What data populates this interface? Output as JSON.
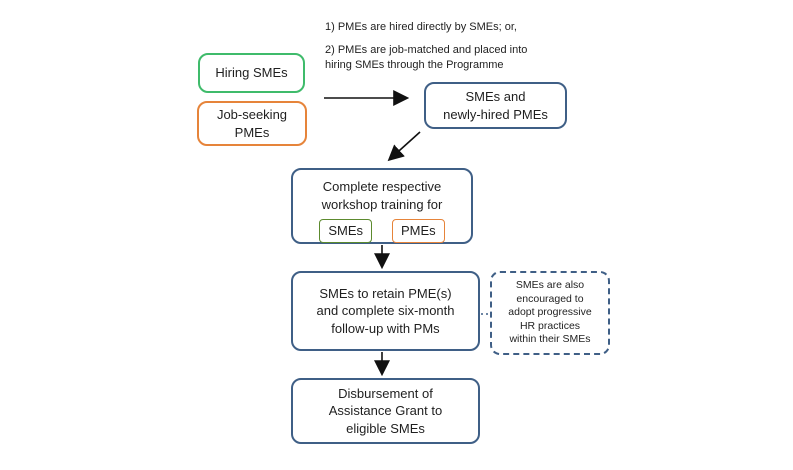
{
  "notes": {
    "line1": "1)  PMEs are hired directly by SMEs; or,",
    "line2": "2)  PMEs are job-matched and placed into",
    "line3": "hiring SMEs through the Programme"
  },
  "boxes": {
    "hiring_smes": "Hiring SMEs",
    "job_seeking_pmes_1": "Job-seeking",
    "job_seeking_pmes_2": "PMEs",
    "smes_newly_hired_1": "SMEs and",
    "smes_newly_hired_2": "newly-hired PMEs",
    "workshop_1": "Complete respective",
    "workshop_2": "workshop training for",
    "workshop_sme": "SMEs",
    "workshop_pme": "PMEs",
    "retain_1": "SMEs to retain PME(s)",
    "retain_2": "and  complete six-month",
    "retain_3": "follow-up with PMs",
    "disbursement_1": "Disbursement of",
    "disbursement_2": "Assistance Grant to",
    "disbursement_3": "eligible SMEs",
    "encouraged_1": "SMEs are also",
    "encouraged_2": "encouraged to",
    "encouraged_3": "adopt progressive",
    "encouraged_4": "HR practices",
    "encouraged_5": "within their SMEs"
  },
  "colors": {
    "green": "#3fbb6b",
    "orange": "#e6843a",
    "blue": "#3f5f86",
    "dark_green": "#5c8a2e"
  }
}
